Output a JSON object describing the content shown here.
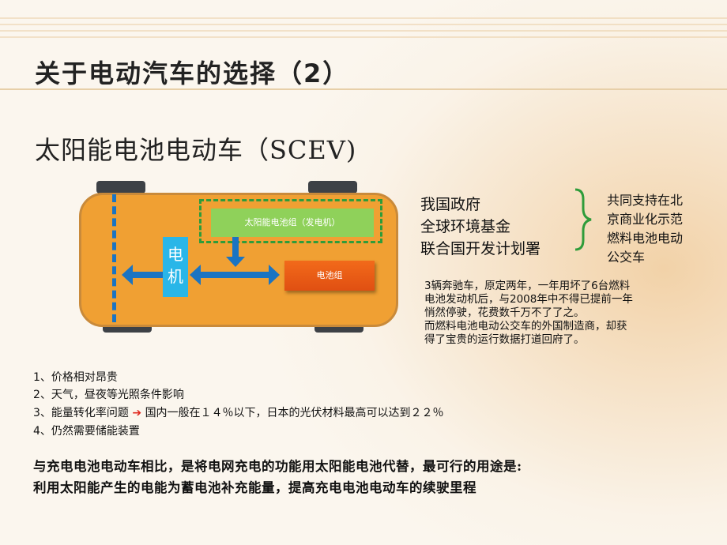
{
  "slide": {
    "title": "关于电动汽车的选择（2）",
    "subtitle": "太阳能电池电动车（SCEV)"
  },
  "diagram": {
    "solar_panel_label": "太阳能电池组（发电机）",
    "motor_label_1": "电",
    "motor_label_2": "机",
    "battery_label": "电池组"
  },
  "supporters": {
    "orgs": [
      "我国政府",
      "全球环境基金",
      "联合国开发计划署"
    ],
    "note_lines": [
      "共同支持在北",
      "京商业化示范",
      "燃料电池电动",
      "公交车"
    ]
  },
  "story": {
    "lines": [
      "3辆奔驰车，原定两年，一年用坏了6台燃料",
      "电池发动机后，与2008年中不得已提前一年",
      "悄然停驶，花费数千万不了了之。",
      "而燃料电池电动公交车的外国制造商，却获",
      "得了宝贵的运行数据打道回府了。"
    ]
  },
  "issues": {
    "item1": "1、价格相对昂贵",
    "item2": "2、天气，昼夜等光照条件影响",
    "item3_pre": "3、能量转化率问题",
    "item3_post": "国内一般在１４％以下，日本的光伏材料最高可以达到２２％",
    "item4": "4、仍然需要储能装置"
  },
  "conclusion": {
    "line1": "与充电电池电动车相比，是将电网充电的功能用太阳能电池代替，最可行的用途是:",
    "line2": "利用太阳能产生的电能为蓄电池补充能量，提高充电电池电动车的续驶里程"
  },
  "colors": {
    "car_body": "#f0a033",
    "solar_panel": "#8fd15a",
    "motor": "#29b6e8",
    "battery": "#f26a1a",
    "arrow": "#1b74c2",
    "brace": "#2e9c3a"
  }
}
